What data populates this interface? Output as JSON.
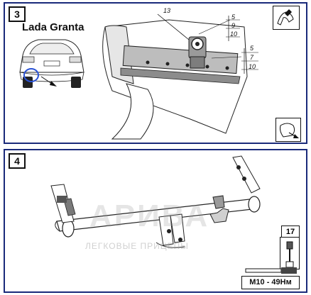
{
  "step3": {
    "number": "3",
    "car_model": "Lada Granta",
    "callout": "13",
    "dims_upper": [
      "5",
      "9",
      "10"
    ],
    "dims_lower": [
      "5",
      "7",
      "10"
    ]
  },
  "step4": {
    "number": "4",
    "tool_count": "17",
    "torque_label": "M10 - 49Нм"
  },
  "watermark": {
    "brand": "АРИВА",
    "tagline": "ЛЕГКОВЫЕ ПРИЦЕПЫ"
  }
}
